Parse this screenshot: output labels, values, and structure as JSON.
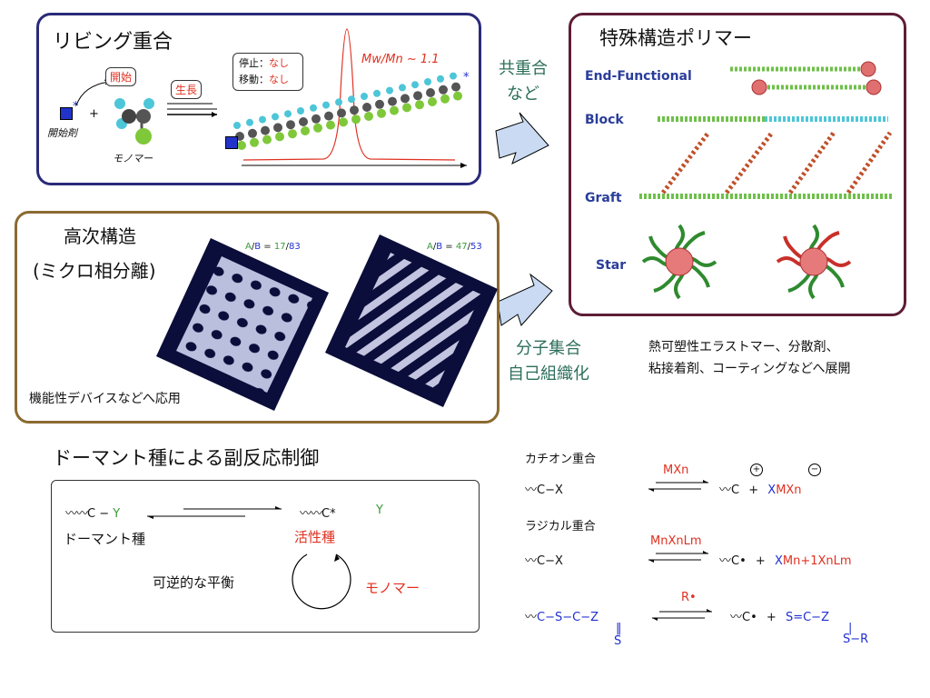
{
  "living": {
    "title": "リビング重合",
    "init_label": "開始",
    "grow_label": "生長",
    "initiator": "開始剤",
    "monomer": "モノマー",
    "stop_key": "停止：",
    "stop_val": "なし",
    "move_key": "移動：",
    "move_val": "なし",
    "mwmn": "Mw/Mn ~ 1.1"
  },
  "copoly": {
    "line1": "共重合",
    "line2": "など"
  },
  "special": {
    "title": "特殊構造ポリマー",
    "types": [
      "End-Functional",
      "Block",
      "Graft",
      "Star"
    ],
    "applications_line1": "熱可塑性エラストマー、分散剤、",
    "applications_line2": "粘接着剤、コーティングなどへ展開"
  },
  "assembly": {
    "line1": "分子集合",
    "line2": "自己組織化"
  },
  "higher": {
    "title1": "高次構造",
    "title2": "(ミクロ相分離)",
    "ratio1_a": "A",
    "ratio1_slash": "/",
    "ratio1_b": "B",
    "ratio1_eq": " = ",
    "ratio1_va": "17",
    "ratio1_vb": "83",
    "ratio2_a": "A",
    "ratio2_slash": "/",
    "ratio2_b": "B",
    "ratio2_eq": " = ",
    "ratio2_va": "47",
    "ratio2_vb": "53",
    "caption": "機能性デバイスなどへ応用"
  },
  "dormant": {
    "title": "ドーマント種による副反応制御",
    "left_c": "C",
    "left_y": "Y",
    "right_c": "C*",
    "right_y": "Y",
    "dormant_label": "ドーマント種",
    "active_label": "活性種",
    "equilibrium_label": "可逆的な平衡",
    "monomer_label": "モノマー"
  },
  "cationic": {
    "title": "カチオン重合",
    "left": "C−X",
    "reagent": "MXn",
    "product_c": "C",
    "plus": "+",
    "product_x": "X",
    "product_mxn": "MXn",
    "plus_sign": "+",
    "minus_sign": "−"
  },
  "radical": {
    "title": "ラジカル重合",
    "left": "C−X",
    "reagent": "MnXnLm",
    "product_c": "C•",
    "plus": "+",
    "product_x": "X",
    "product_rest": "Mn+1XnLm"
  },
  "raft": {
    "left": "C−S−C−Z",
    "left_s": "S",
    "reagent": "R•",
    "product_c": "C•",
    "plus": "+",
    "product": "S=C−Z",
    "product_sr": "S−R"
  }
}
